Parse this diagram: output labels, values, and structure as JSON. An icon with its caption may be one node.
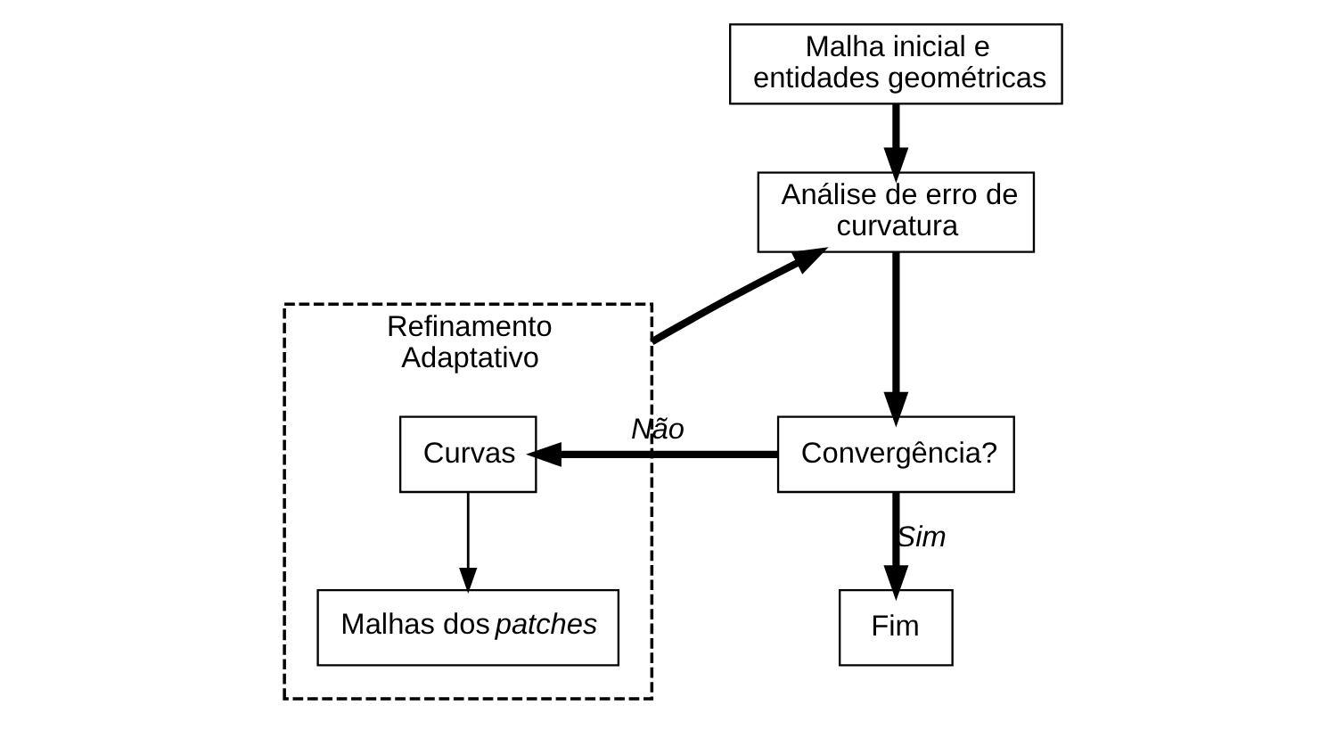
{
  "diagram": {
    "nodes": [
      {
        "text": [
          "Malha inicial e entidades geométricas"
        ]
      },
      {
        "text": [
          "Análise de erro de curvatura"
        ]
      },
      {
        "text": [
          "Convergência?"
        ]
      },
      {
        "text": [
          "Fim"
        ]
      },
      {
        "text": [
          "Refinamento Adaptativo"
        ]
      },
      {
        "text": [
          "Curvas"
        ],
        "in": 4
      },
      {
        "text": [
          "Malhas dos *patches*"
        ],
        "in": 4
      }
    ],
    "edges": [
      {
        "from": 0,
        "to": 1,
        "arrow": "to"
      },
      {
        "from": 1,
        "to": 2,
        "arrow": "to"
      },
      {
        "from": 2,
        "to": 3,
        "label": "Sim",
        "arrow": "to"
      },
      {
        "from": 2,
        "to": 5,
        "label": "Não",
        "arrow": "to"
      },
      {
        "from": 5,
        "to": 6,
        "arrow": "to"
      },
      {
        "from": 4,
        "to": 1,
        "arrow": "to"
      }
    ]
  }
}
